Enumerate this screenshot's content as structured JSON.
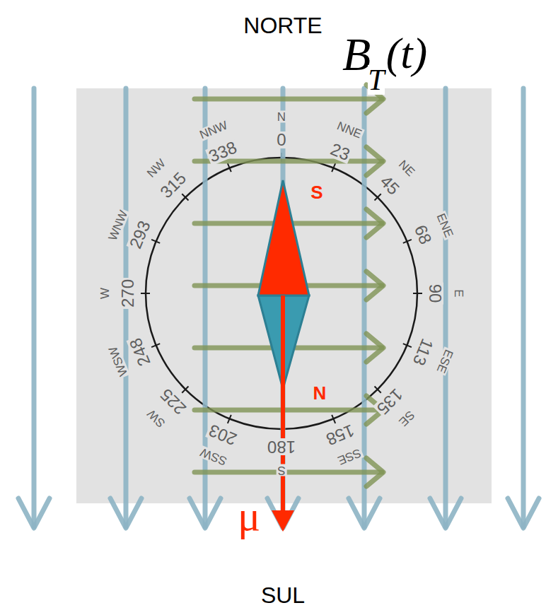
{
  "diagram": {
    "labels": [
      "NORTE",
      "B",
      "T",
      "(t)",
      "N",
      "0",
      "NNE",
      "23",
      "NE",
      "45",
      "ENE",
      "68",
      "E",
      "90",
      "ESE",
      "113",
      "SE",
      "135",
      "SSE",
      "158",
      "S",
      "180",
      "SSW",
      "203",
      "SW",
      "225",
      "WSW",
      "248",
      "W",
      "270",
      "WNW",
      "293",
      "NW",
      "315",
      "NNW",
      "338",
      "S",
      "N",
      "μ",
      "SUL"
    ]
  }
}
